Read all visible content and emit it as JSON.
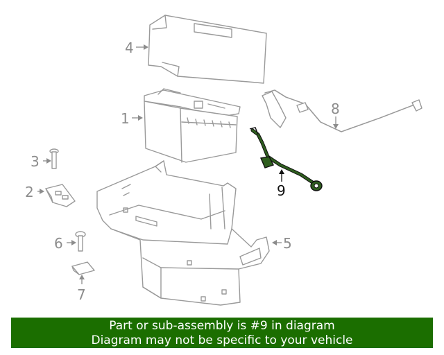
{
  "diagram": {
    "callouts": [
      "1",
      "2",
      "3",
      "4",
      "5",
      "6",
      "7",
      "8",
      "9"
    ],
    "highlighted_callout": "9",
    "highlight_color": "#2e5e1e"
  },
  "banner": {
    "line1": "Part or sub-assembly is #9 in diagram",
    "line2": "Diagram may not be specific to your vehicle",
    "background": "#1b6e00"
  }
}
